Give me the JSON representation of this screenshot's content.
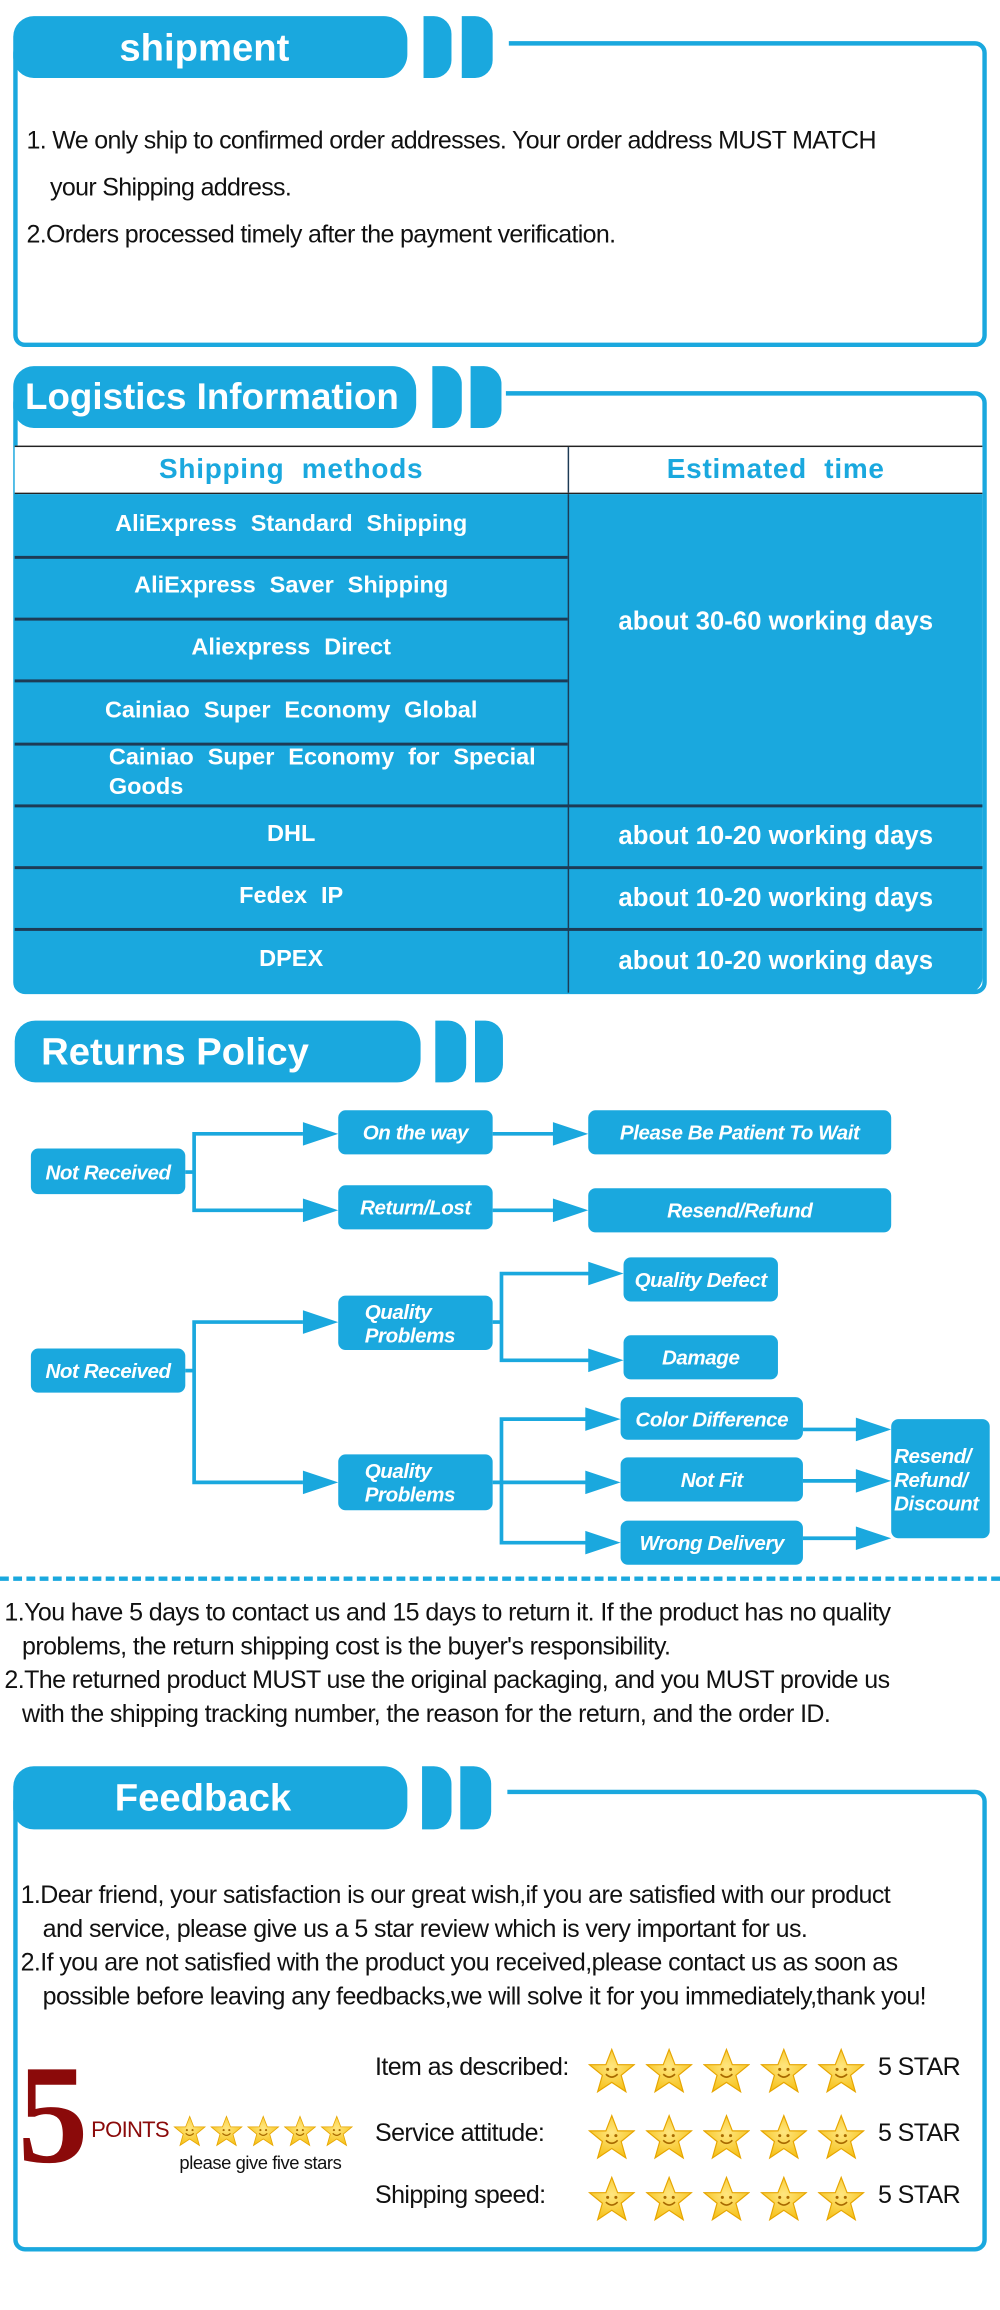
{
  "colors": {
    "accent": "#1aa8de",
    "table_line": "#1d3b55",
    "five_points": "#8b0a0a",
    "star": "#f6c21b"
  },
  "shipment": {
    "title": "shipment",
    "lines": [
      "1. We only ship to confirmed order addresses. Your order address MUST MATCH",
      "your Shipping address.",
      "2.Orders processed timely after the payment verification."
    ]
  },
  "logistics": {
    "title": "Logistics Information",
    "headers": [
      "Shipping  methods",
      "Estimated  time"
    ],
    "methods": [
      "AliExpress  Standard  Shipping",
      "AliExpress  Saver  Shipping",
      "Aliexpress  Direct",
      "Cainiao  Super  Economy  Global",
      "Cainiao  Super  Economy  for Special  Goods",
      "DHL",
      "Fedex  IP",
      "DPEX"
    ],
    "times": [
      "about 30-60 working days",
      "about 10-20 working days",
      "about 10-20 working days",
      "about 10-20 working days"
    ]
  },
  "returns": {
    "title": "Returns Policy",
    "flow1": {
      "root": "Not Received",
      "a": "On the way",
      "a_result": "Please Be Patient To Wait",
      "b": "Return/Lost",
      "b_result": "Resend/Refund"
    },
    "flow2": {
      "root": "Not Received",
      "q1": "Quality Problems",
      "q1_a": "Quality Defect",
      "q1_b": "Damage",
      "q2": "Quality Problems",
      "q2_a": "Color Difference",
      "q2_b": "Not Fit",
      "q2_c": "Wrong Delivery",
      "result": "Resend/ Refund/ Discount"
    },
    "notes": [
      "1.You have 5 days to contact us and 15 days to return it. If the product has no quality",
      "problems, the return shipping cost is the buyer's responsibility.",
      "2.The returned product MUST use the original packaging, and you MUST provide us",
      "with the shipping tracking number, the reason for the return, and the order ID."
    ]
  },
  "feedback": {
    "title": "Feedback",
    "lines": [
      "1.Dear friend, your satisfaction is our great wish,if you are satisfied with our product",
      "and service, please give us a 5 star review which is very important for us.",
      "2.If you are not satisfied with the product you received,please contact us as soon as",
      "possible before leaving any feedbacks,we will solve it for you immediately,thank you!"
    ],
    "badge": {
      "number": "5",
      "points": "POINTS",
      "stars": 5,
      "caption": "please give five stars"
    },
    "ratings": [
      {
        "label": "Item as described:",
        "stars": 5,
        "value": "5 STAR"
      },
      {
        "label": "Service attitude:",
        "stars": 5,
        "value": "5 STAR"
      },
      {
        "label": "Shipping speed:",
        "stars": 5,
        "value": "5 STAR"
      }
    ]
  }
}
